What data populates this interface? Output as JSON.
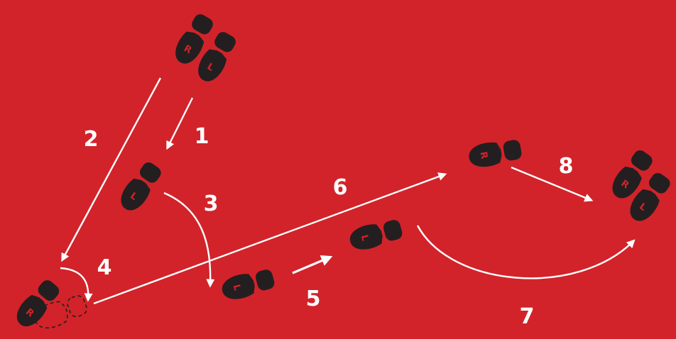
{
  "colors": {
    "background": "#D2232A",
    "foot": "#231F20",
    "arrow": "#FFFFFF",
    "outline": "#231F20"
  },
  "icons": [
    "footprint-icon",
    "arrow-icon",
    "dashed-footprint-outline-icon"
  ],
  "feet": [
    {
      "id": "start-right",
      "letter": "R"
    },
    {
      "id": "start-left",
      "letter": "L"
    },
    {
      "id": "step1-left",
      "letter": "L"
    },
    {
      "id": "step2-right",
      "letter": "R"
    },
    {
      "id": "step3-left",
      "letter": "L"
    },
    {
      "id": "step5-left",
      "letter": "L"
    },
    {
      "id": "step6-right",
      "letter": "R"
    },
    {
      "id": "end-right",
      "letter": "R"
    },
    {
      "id": "end-left",
      "letter": "L"
    }
  ],
  "steps": [
    {
      "label": "1"
    },
    {
      "label": "2"
    },
    {
      "label": "3"
    },
    {
      "label": "4"
    },
    {
      "label": "5"
    },
    {
      "label": "6"
    },
    {
      "label": "7"
    },
    {
      "label": "8"
    }
  ]
}
